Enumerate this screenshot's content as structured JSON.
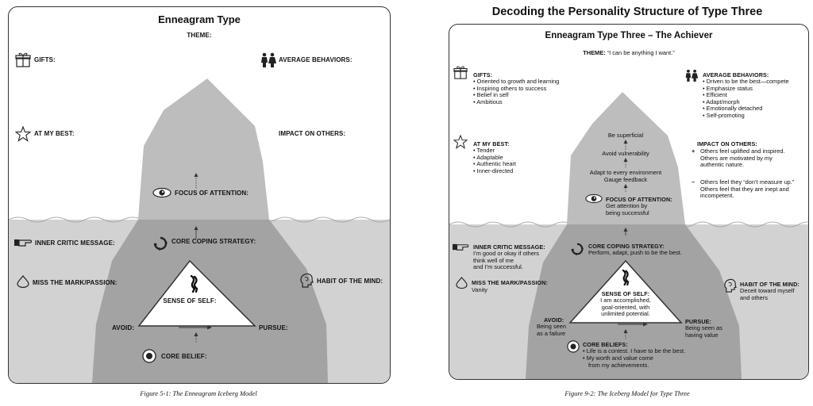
{
  "main_title": "Decoding the Personality Structure of Type Three",
  "left": {
    "title": "Enneagram Type",
    "theme_label": "THEME:",
    "gifts_label": "GIFTS:",
    "average_behaviors_label": "AVERAGE BEHAVIORS:",
    "at_my_best_label": "AT MY BEST:",
    "impact_label": "IMPACT ON OTHERS:",
    "focus_label": "FOCUS OF ATTENTION:",
    "inner_critic_label": "INNER CRITIC MESSAGE:",
    "core_coping_label": "CORE COPING STRATEGY:",
    "miss_mark_label": "MISS THE MARK/PASSION:",
    "habit_label": "HABIT OF THE MIND:",
    "sense_label": "SENSE OF SELF:",
    "avoid_label": "AVOID:",
    "pursue_label": "PURSUE:",
    "core_belief_label": "CORE BELIEF:",
    "caption": "Figure 5-1: The Enneagram Iceberg Model"
  },
  "right": {
    "title": "Enneagram Type Three – The Achiever",
    "theme_label": "THEME:",
    "theme_value": "“I can be anything I want.”",
    "gifts_label": "GIFTS:",
    "gifts": [
      "Oriented to growth and learning",
      "Inspiring others to success",
      "Belief in self",
      "Ambitious"
    ],
    "average_behaviors_label": "AVERAGE BEHAVIORS:",
    "average_behaviors": [
      "Driven to be the best—compete",
      "Emphasize status",
      "Efficient",
      "Adapt/morph",
      "Emotionally detached",
      "Self-promoting"
    ],
    "at_my_best_label": "AT MY BEST:",
    "at_my_best": [
      "Tender",
      "Adaptable",
      "Authentic heart",
      "Inner-directed"
    ],
    "impact_label": "IMPACT ON OTHERS:",
    "impact_plus_sign": "+",
    "impact_plus": [
      "Others feel uplifted and inspired.",
      "Others are motivated by my",
      "authentic nature."
    ],
    "impact_minus_sign": "–",
    "impact_minus": [
      "Others feel they “don’t measure up.”",
      "Others feel that they are inept and",
      "incompetent."
    ],
    "peak_1": "Be superficial",
    "peak_2": "Avoid vulnerability",
    "peak_3a": "Adapt to every environment",
    "peak_3b": "Gauge feedback",
    "focus_label": "FOCUS OF ATTENTION:",
    "focus_value_1": "Get attention by",
    "focus_value_2": "being successful",
    "inner_critic_label": "INNER CRITIC MESSAGE:",
    "inner_critic": [
      "I’m good or okay if others",
      "think well of me",
      "and I’m successful."
    ],
    "core_coping_label": "CORE COPING STRATEGY:",
    "core_coping_value": "Perform, adapt, push to be the best.",
    "miss_mark_label": "MISS THE MARK/PASSION:",
    "miss_mark_value": "Vanity",
    "habit_label": "HABIT OF THE MIND:",
    "habit_value_1": "Deceit toward myself",
    "habit_value_2": "and others",
    "sense_label": "SENSE OF SELF:",
    "sense_value": [
      "I am accomplished,",
      "goal-oriented, with",
      "unlimited potential."
    ],
    "avoid_label": "AVOID:",
    "avoid_value_1": "Being seen",
    "avoid_value_2": "as a failure",
    "pursue_label": "PURSUE:",
    "pursue_value_1": "Being seen as",
    "pursue_value_2": "having value",
    "core_beliefs_label": "CORE BELIEFS:",
    "core_beliefs": [
      "Life is a contest. I have to be the best.",
      "My worth and value come"
    ],
    "core_beliefs_cont": "from my achievements.",
    "caption": "Figure 9-2: The Iceberg Model for Type Three"
  },
  "colors": {
    "sky": "#ffffff",
    "water": "#d2d2d2",
    "iceberg_above": "#bdbdbd",
    "iceberg_below": "#9e9e9e",
    "outline": "#333333"
  }
}
